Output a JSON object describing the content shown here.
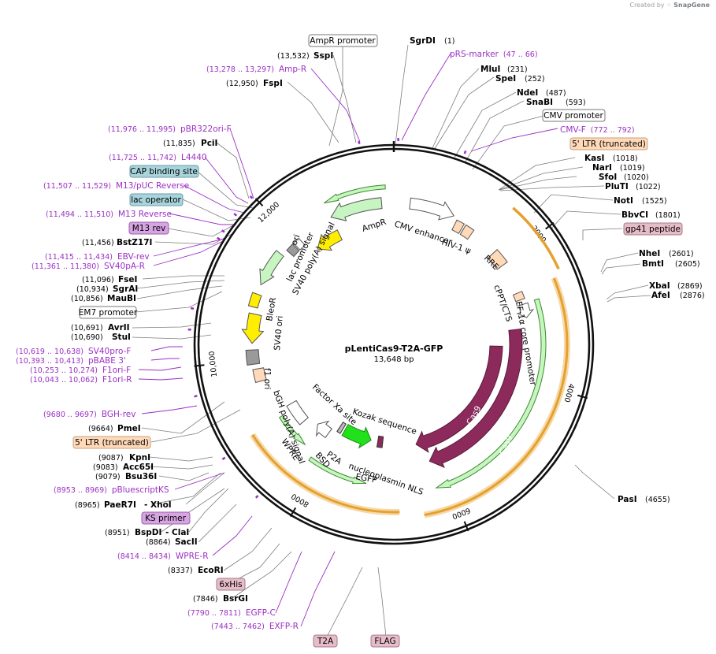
{
  "credit": {
    "prefix": "Created by",
    "brand": "SnapGene"
  },
  "title": "pLentiCas9-T2A-GFP",
  "subtitle": "13,648 bp",
  "total_bp": 13648,
  "ticks": [
    "2000",
    "4000",
    "6000",
    "8000",
    "10,000",
    "12,000"
  ],
  "colors": {
    "primer": "#9b2fc4",
    "cas9": "#8c2a5c",
    "egfp": "#22e01a",
    "yellow": "#ffee00",
    "light_green": "#c7f5c1",
    "peach": "#ffd9b8",
    "orange_hl": "#e5a02e"
  },
  "enzymes": [
    {
      "name": "SgrDI",
      "pos": "(1)"
    },
    {
      "name": "SspI",
      "pos": "(13,532)"
    },
    {
      "name": "FspI",
      "pos": "(12,950)"
    },
    {
      "name": "MluI",
      "pos": "(231)"
    },
    {
      "name": "SpeI",
      "pos": "(252)"
    },
    {
      "name": "NdeI",
      "pos": "(487)"
    },
    {
      "name": "SnaBI",
      "pos": "(593)"
    },
    {
      "name": "PciI",
      "pos": "(11,835)"
    },
    {
      "name": "KasI",
      "pos": "(1018)"
    },
    {
      "name": "NarI",
      "pos": "(1019)"
    },
    {
      "name": "SfoI",
      "pos": "(1020)"
    },
    {
      "name": "PluTI",
      "pos": "(1022)"
    },
    {
      "name": "NotI",
      "pos": "(1525)"
    },
    {
      "name": "BbvCI",
      "pos": "(1801)"
    },
    {
      "name": "BstZ17I",
      "pos": "(11,456)"
    },
    {
      "name": "NheI",
      "pos": "(2601)"
    },
    {
      "name": "BmtI",
      "pos": "(2605)"
    },
    {
      "name": "XbaI",
      "pos": "(2869)"
    },
    {
      "name": "AfeI",
      "pos": "(2876)"
    },
    {
      "name": "FseI",
      "pos": "(11,096)"
    },
    {
      "name": "SgrAI",
      "pos": "(10,934)"
    },
    {
      "name": "MauBI",
      "pos": "(10,856)"
    },
    {
      "name": "AvrII",
      "pos": "(10,691)"
    },
    {
      "name": "StuI",
      "pos": "(10,690)"
    },
    {
      "name": "PmeI",
      "pos": "(9664)"
    },
    {
      "name": "KpnI",
      "pos": "(9087)"
    },
    {
      "name": "Acc65I",
      "pos": "(9083)"
    },
    {
      "name": "Bsu36I",
      "pos": "(9079)"
    },
    {
      "name": "PaeR7I",
      "pos": "(8965)"
    },
    {
      "name": "- XhoI",
      "pos": ""
    },
    {
      "name": "BspDI",
      "pos": "(8951)"
    },
    {
      "name": "- ClaI",
      "pos": ""
    },
    {
      "name": "SacII",
      "pos": "(8864)"
    },
    {
      "name": "EcoRI",
      "pos": "(8337)"
    },
    {
      "name": "BsrGI",
      "pos": "(7846)"
    },
    {
      "name": "PasI",
      "pos": "(4655)"
    }
  ],
  "primers": [
    {
      "name": "Amp-R",
      "range": "(13,278 .. 13,297)"
    },
    {
      "name": "pRS-marker",
      "range": "(47 .. 66)"
    },
    {
      "name": "pBR322ori-F",
      "range": "(11,976 .. 11,995)"
    },
    {
      "name": "CMV-F",
      "range": "(772 .. 792)"
    },
    {
      "name": "L4440",
      "range": "(11,725 .. 11,742)"
    },
    {
      "name": "M13/pUC Reverse",
      "range": "(11,507 .. 11,529)"
    },
    {
      "name": "M13 Reverse",
      "range": "(11,494 .. 11,510)"
    },
    {
      "name": "EBV-rev",
      "range": "(11,415 .. 11,434)"
    },
    {
      "name": "SV40pA-R",
      "range": "(11,361 .. 11,380)"
    },
    {
      "name": "SV40pro-F",
      "range": "(10,619 .. 10,638)"
    },
    {
      "name": "pBABE 3'",
      "range": "(10,393 .. 10,413)"
    },
    {
      "name": "F1ori-F",
      "range": "(10,253 .. 10,274)"
    },
    {
      "name": "F1ori-R",
      "range": "(10,043 .. 10,062)"
    },
    {
      "name": "BGH-rev",
      "range": "(9680 .. 9697)"
    },
    {
      "name": "pBluescriptKS",
      "range": "(8953 .. 8969)"
    },
    {
      "name": "WPRE-R",
      "range": "(8414 .. 8434)"
    },
    {
      "name": "EGFP-C",
      "range": "(7790 .. 7811)"
    },
    {
      "name": "EXFP-R",
      "range": "(7443 .. 7462)"
    }
  ],
  "boxes": [
    {
      "name": "AmpR promoter"
    },
    {
      "name": "CMV promoter"
    },
    {
      "name": "5' LTR (truncated)"
    },
    {
      "name": "CAP binding site"
    },
    {
      "name": "lac operator"
    },
    {
      "name": "M13 rev"
    },
    {
      "name": "gp41 peptide"
    },
    {
      "name": "EM7 promoter"
    },
    {
      "name": "5' LTR (truncated)"
    },
    {
      "name": "KS primer"
    },
    {
      "name": "6xHis"
    },
    {
      "name": "T2A"
    },
    {
      "name": "FLAG"
    }
  ],
  "features": [
    {
      "name": "AmpR"
    },
    {
      "name": "ori"
    },
    {
      "name": "CMV enhancer"
    },
    {
      "name": "HIV-1 ψ"
    },
    {
      "name": "RRE"
    },
    {
      "name": "cPPT/CTS"
    },
    {
      "name": "EF-1α core promoter"
    },
    {
      "name": "lac promoter"
    },
    {
      "name": "SV40 poly(A) signal"
    },
    {
      "name": "BleoR"
    },
    {
      "name": "SV40 ori"
    },
    {
      "name": "f1 ori"
    },
    {
      "name": "bGH poly(A) signal"
    },
    {
      "name": "Factor Xa site"
    },
    {
      "name": "Kozak sequence"
    },
    {
      "name": "WPRE"
    },
    {
      "name": "BSD"
    },
    {
      "name": "P2A"
    },
    {
      "name": "nucleoplasmin NLS"
    },
    {
      "name": "EGFP"
    },
    {
      "name": "Cas9"
    },
    {
      "name": "Cas9"
    }
  ]
}
